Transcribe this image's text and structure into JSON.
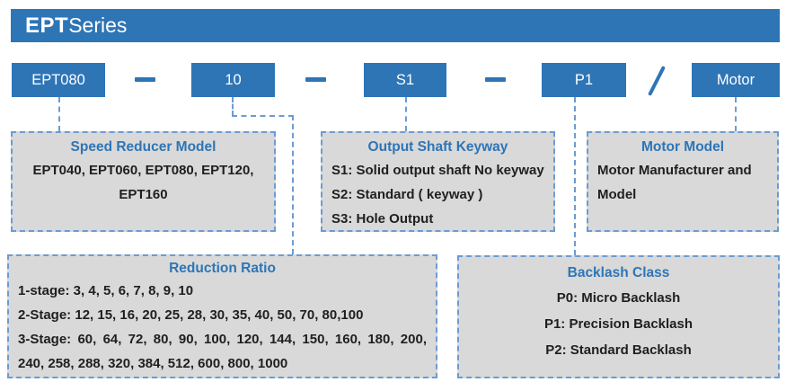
{
  "header": {
    "title_bold": "EPT",
    "title_regular": "Series"
  },
  "code_segments": {
    "model": "EPT080",
    "ratio": "10",
    "keyway": "S1",
    "backlash": "P1",
    "motor": "Motor"
  },
  "separators": {
    "dash": "—",
    "slash": "/"
  },
  "boxes": {
    "speed_reducer_model": {
      "title": "Speed Reducer Model",
      "lines": [
        "EPT040, EPT060, EPT080, EPT120,",
        "EPT160"
      ]
    },
    "output_shaft_keyway": {
      "title": "Output Shaft Keyway",
      "lines": [
        "S1: Solid output shaft No keyway",
        "S2: Standard ( keyway )",
        "S3: Hole Output"
      ]
    },
    "motor_model": {
      "title": "Motor Model",
      "lines": [
        "Motor Manufacturer and",
        "Model"
      ]
    },
    "reduction_ratio": {
      "title": "Reduction Ratio",
      "lines": [
        "1-stage: 3, 4, 5, 6, 7, 8, 9, 10",
        "2-Stage: 12, 15, 16, 20, 25, 28, 30, 35, 40, 50, 70, 80,100",
        "3-Stage: 60, 64, 72, 80, 90, 100, 120, 144, 150, 160, 180, 200,",
        "240, 258, 288, 320, 384, 512, 600, 800, 1000"
      ]
    },
    "backlash_class": {
      "title": "Backlash Class",
      "lines": [
        "P0: Micro Backlash",
        "P1: Precision Backlash",
        "P2: Standard Backlash"
      ]
    }
  },
  "colors": {
    "primary_blue": "#2E75B6",
    "connector_blue": "#6C9BD2",
    "box_fill": "#D9D9D9",
    "body_text": "#1F1F1F",
    "white": "#FFFFFF"
  }
}
